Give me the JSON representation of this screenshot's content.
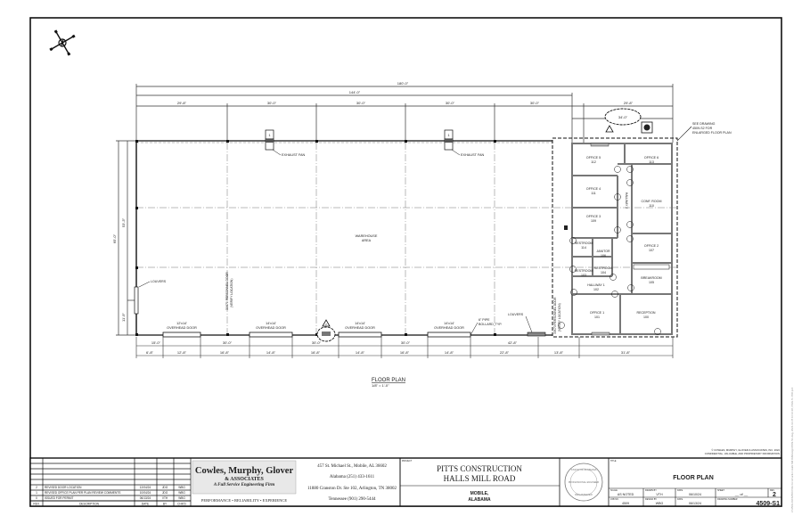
{
  "sheet": {
    "title": "FLOOR PLAN",
    "drawing_number": "4509-S1",
    "revision": "2",
    "scale": "AS NOTED",
    "drawn_by": "VTH",
    "designed_by": "WBG",
    "date_1": "06/10/24",
    "date_2": "06/13/24",
    "job_no": "4509",
    "sheet_of": "__ of __",
    "labels": {
      "title": "TITLE",
      "scale": "SCALE",
      "drawn_by": "DRAWN BY",
      "date": "DATE",
      "sheet": "SHEET",
      "job_no": "JOB NO.",
      "designed_by": "DESIGN BY",
      "drawing_number": "DRAWING NUMBER",
      "revision": "REV.",
      "project": "PROJECT"
    },
    "copyright_1": "© COWLES, MURPHY, GLOVER & ASSOCIATES, INC. 2024",
    "copyright_2": "CONFIDENTIAL, VALUABLE, AND PROPRIETARY INFORMATION",
    "side_path": "Z:\\4509-2024\\4509 Pitts Construction Halls Mill Rd\\Design\\4509-S1.dwg, 2024-12-05 10:16:28, DWG To PDF.pc3"
  },
  "revisions": {
    "headers": [
      "REV.",
      "DESCRIPTION",
      "DATE",
      "BY",
      "CHK'D"
    ],
    "rows": [
      {
        "rev": "2",
        "description": "REVISED DOOR LOCATION",
        "date": "12/04/24",
        "by": "JDG",
        "chk": "WBG"
      },
      {
        "rev": "1",
        "description": "REVISED OFFICE PLAN PER PLAN REVIEW COMMENTS",
        "date": "10/04/24",
        "by": "JDG",
        "chk": "WBG"
      },
      {
        "rev": "0",
        "description": "ISSUED FOR PERMIT",
        "date": "06/13/24",
        "by": "VTH",
        "chk": "WBG"
      }
    ]
  },
  "firm": {
    "name": "Cowles, Murphy, Glover",
    "associates": "& ASSOCIATES",
    "tagline": "A Full Service Engineering Firm",
    "motto": "PERFORMANCE • RELIABILITY • EXPERIENCE",
    "address_1": "457 St. Michael St., Mobile, AL 36602",
    "phone_1": "Alabama (251) 433-1611",
    "address_2": "11880 Cranston Dr. Ste 102, Arlington, TN 38002",
    "phone_2": "Tennessee (901) 290-5444"
  },
  "project": {
    "name_1": "PITTS CONSTRUCTION",
    "name_2": "HALLS MILL ROAD",
    "city": "MOBILE,",
    "state": "ALABAMA"
  },
  "seal": {
    "top": "STATE OF ALABAMA",
    "middle": "PROFESSIONAL ENGINEER",
    "bottom": "REGISTERED"
  },
  "plan": {
    "title": "FLOOR PLAN",
    "scale": "1/8\" = 1'-0\"",
    "overall_dim": "180'-0\"",
    "warehouse_dim": "144'-0\"",
    "top_bays": [
      "29'-8\"",
      "30'-0\"",
      "30'-0\"",
      "30'-0\"",
      "30'-0\"",
      "29'-8\""
    ],
    "office_width_dim": "34'-0\"",
    "left_dims": {
      "overall": "65'-0\"",
      "upper": "53'-3\"",
      "lower": "11'-9\""
    },
    "bottom_row1": [
      "15'-0\"",
      "30'-0\"",
      "30'-0\"",
      "30'-0\"",
      "42'-8\""
    ],
    "bottom_row2": [
      "6'-8\"",
      "12'-8\"",
      "16'-8\"",
      "14'-8\"",
      "16'-8\"",
      "14'-8\"",
      "16'-8\"",
      "14'-8\"",
      "22'-8\"",
      "13'-8\"",
      "31'-8\""
    ],
    "labels": {
      "exhaust_fan": "EXHAUST FAN",
      "warehouse_1": "WAREHOUSE",
      "warehouse_2": "AREA",
      "louvers": "LOUVERS",
      "personnel_door_1": "30X70 PERSONNEL DOOR",
      "personnel_door_2": "(VERIFY LOCATION)",
      "bollard_1": "6\" PIPE",
      "bollard_2": "BOLLARD, TYP.",
      "see_drawing_1": "SEE DRAWING",
      "see_drawing_2": "4509-S2 FOR",
      "see_drawing_3": "ENLARGED FLOOR PLAN",
      "fan_tag": "1",
      "rev_tag": "2"
    },
    "overhead_doors": [
      {
        "size": "12'x14'",
        "label": "OVERHEAD DOOR"
      },
      {
        "size": "14'x14'",
        "label": "OVERHEAD DOOR"
      },
      {
        "size": "14'x14'",
        "label": "OVERHEAD DOOR"
      },
      {
        "size": "14'x14'",
        "label": "OVERHEAD DOOR"
      }
    ],
    "rooms": [
      {
        "name": "OFFICE 5",
        "num": "112"
      },
      {
        "name": "OFFICE 6",
        "num": "113"
      },
      {
        "name": "OFFICE 4",
        "num": "111"
      },
      {
        "name": "CONF. ROOM",
        "num": "110"
      },
      {
        "name": "OFFICE 3",
        "num": "109"
      },
      {
        "name": "OFFICE 2",
        "num": "107"
      },
      {
        "name": "RESTROOM",
        "num": "114"
      },
      {
        "name": "JANITOR",
        "num": "106"
      },
      {
        "name": "RESTROOM",
        "num": "103"
      },
      {
        "name": "RESTROOM",
        "num": "104"
      },
      {
        "name": "BREAKROOM",
        "num": "105"
      },
      {
        "name": "HALLWAY 1",
        "num": "102"
      },
      {
        "name": "HALLWAY 2",
        "num": "108"
      },
      {
        "name": "OFFICE 1",
        "num": "101"
      },
      {
        "name": "RECEPTION",
        "num": "100"
      }
    ]
  }
}
